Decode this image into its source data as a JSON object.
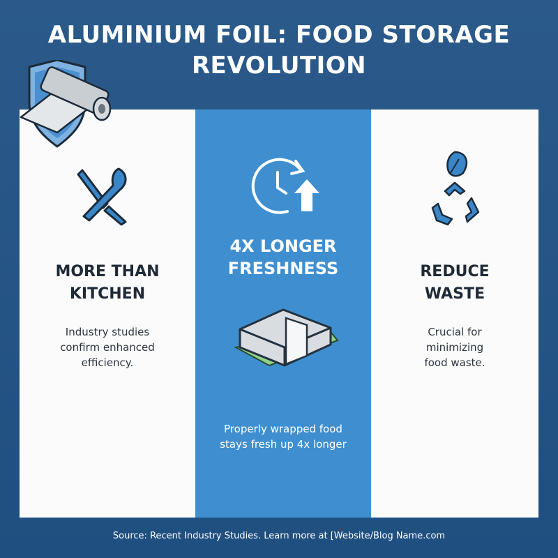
{
  "title": {
    "line1": "ALUMINIUM FOIL: FOOD STORAGE",
    "line2": "REVOLUTION"
  },
  "columns": [
    {
      "icon": "fork-knife-icon",
      "heading_line1": "MORE THAN",
      "heading_line2": "KITCHEN",
      "body_line1": "Industry studies",
      "body_line2": "confirm enhanced",
      "body_line3": "efficiency."
    },
    {
      "icon": "clock-arrow-up-icon",
      "heading_line1": "4X LONGER",
      "heading_line2": "FRESHNESS",
      "body_line1": "Properly wrapped food",
      "body_line2": "stays fresh up 4x longer"
    },
    {
      "icon": "recycle-leaf-icon",
      "heading_line1": "REDUCE",
      "heading_line2": "WASTE",
      "body_line1": "Crucial for",
      "body_line2": "minimizing",
      "body_line3": "food waste."
    }
  ],
  "footer": "Source: Recent Industry Studies. Learn more at [Website/Blog Name.com",
  "colors": {
    "background": "#2b5a8a",
    "accent_panel": "#3f8fd0",
    "card": "#fbfbfb",
    "icon_blue": "#3a86c8"
  }
}
